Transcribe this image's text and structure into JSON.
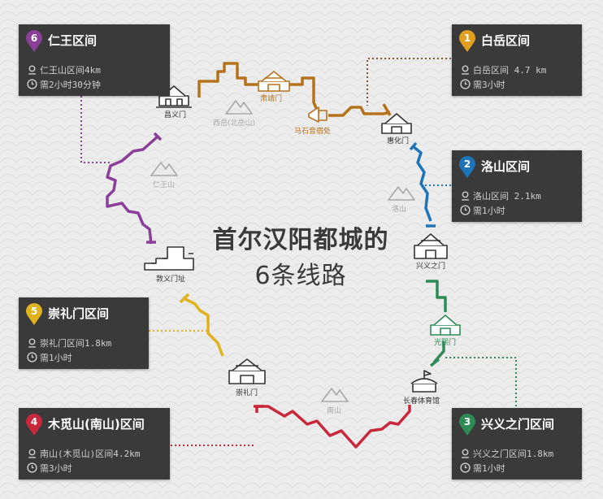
{
  "title": "首尔汉阳都城的",
  "subtitle": "6条线路",
  "colors": {
    "bg": "#ececec",
    "panel": "#3a3a3a",
    "route1": "#b5721c",
    "route2": "#1f74b8",
    "route3": "#2e8b57",
    "route4": "#c8283c",
    "route5": "#e0b21e",
    "route6": "#8a3f98"
  },
  "panels": [
    {
      "num": "1",
      "title": "白岳区间",
      "distance": "白岳区间 4.7 km",
      "time": "需3小时",
      "color": "#e29f1e"
    },
    {
      "num": "2",
      "title": "洛山区间",
      "distance": "洛山区间 2.1km",
      "time": "需1小时",
      "color": "#1f74b8"
    },
    {
      "num": "3",
      "title": "兴义之门区间",
      "distance": "兴义之门区间1.8km",
      "time": "需1小时",
      "color": "#2e8b57"
    },
    {
      "num": "4",
      "title": "木觅山(南山)区间",
      "distance": "南山(木觅山)区间4.2km",
      "time": "需3小时",
      "color": "#c8283c"
    },
    {
      "num": "5",
      "title": "崇礼门区间",
      "distance": "崇礼门区间1.8km",
      "time": "需1小时",
      "color": "#e0b21e"
    },
    {
      "num": "6",
      "title": "仁王区间",
      "distance": "仁王山区间4km",
      "time": "需2小时30分钟",
      "color": "#8a3f98"
    }
  ],
  "landmarks": {
    "changuimun": "昌义门",
    "sukjeongmun": "肃靖门",
    "maseokgeum": "马石音宿处",
    "hyehwamun": "惠化门",
    "heunginjimun": "兴义之门",
    "gwanghuimun": "光熙门",
    "stadium": "长春体育馆",
    "sungnyemun": "崇礼门",
    "donuimun": "敦义门址"
  },
  "mountains": {
    "baegak": "西岳(北岳山)",
    "inwang": "仁王山",
    "naksan": "洛山",
    "namsan": "南山"
  }
}
